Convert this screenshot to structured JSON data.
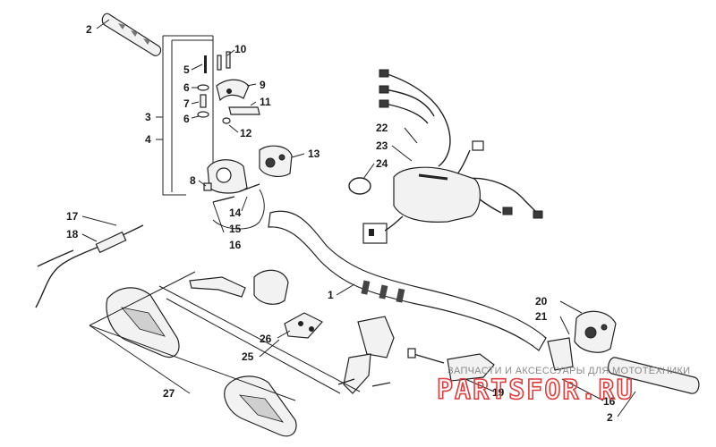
{
  "callouts": [
    {
      "id": "c2a",
      "text": "2"
    },
    {
      "id": "c10",
      "text": "10"
    },
    {
      "id": "c5",
      "text": "5"
    },
    {
      "id": "c9",
      "text": "9"
    },
    {
      "id": "c6a",
      "text": "6"
    },
    {
      "id": "c7",
      "text": "7"
    },
    {
      "id": "c11",
      "text": "11"
    },
    {
      "id": "c3",
      "text": "3"
    },
    {
      "id": "c6b",
      "text": "6"
    },
    {
      "id": "c12",
      "text": "12"
    },
    {
      "id": "c4",
      "text": "4"
    },
    {
      "id": "c13",
      "text": "13"
    },
    {
      "id": "c8",
      "text": "8"
    },
    {
      "id": "c14",
      "text": "14"
    },
    {
      "id": "c15",
      "text": "15"
    },
    {
      "id": "c16a",
      "text": "16"
    },
    {
      "id": "c17",
      "text": "17"
    },
    {
      "id": "c18",
      "text": "18"
    },
    {
      "id": "c22",
      "text": "22"
    },
    {
      "id": "c23",
      "text": "23"
    },
    {
      "id": "c24",
      "text": "24"
    },
    {
      "id": "c1",
      "text": "1"
    },
    {
      "id": "c20",
      "text": "20"
    },
    {
      "id": "c21",
      "text": "21"
    },
    {
      "id": "c26",
      "text": "26"
    },
    {
      "id": "c25",
      "text": "25"
    },
    {
      "id": "c27",
      "text": "27"
    },
    {
      "id": "c19",
      "text": "19"
    },
    {
      "id": "c16b",
      "text": "16"
    },
    {
      "id": "c2b",
      "text": "2"
    }
  ],
  "watermark": {
    "tagline": "ЗАПЧАСТИ И АКСЕССУАРЫ ДЛЯ МОТОТЕХНИКИ",
    "brand": "PARTSFOR.RU",
    "color": "#e23b3b"
  }
}
